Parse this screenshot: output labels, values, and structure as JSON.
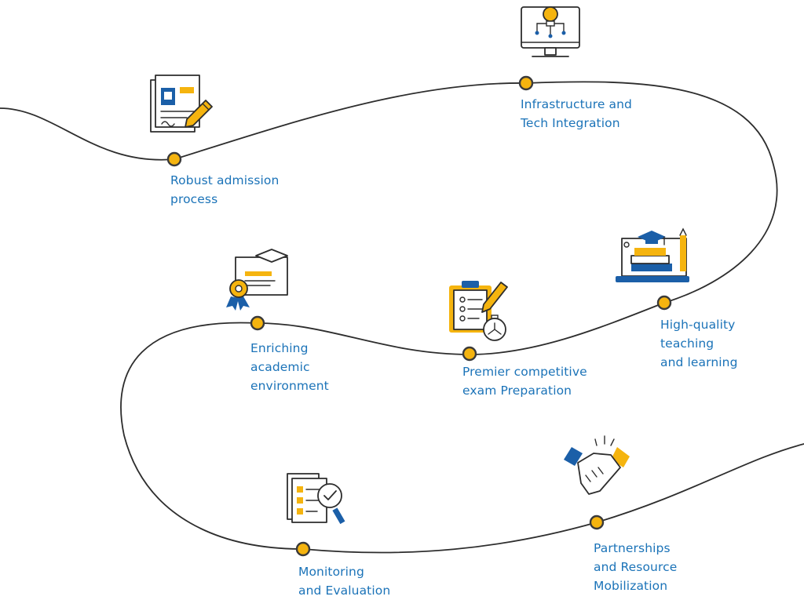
{
  "milestones": [
    {
      "id": "admission",
      "lines": [
        "Robust admission",
        "process"
      ]
    },
    {
      "id": "infrastructure",
      "lines": [
        "Infrastructure and",
        "Tech Integration"
      ]
    },
    {
      "id": "teaching",
      "lines": [
        "High-quality",
        "teaching",
        "and learning"
      ]
    },
    {
      "id": "exam",
      "lines": [
        "Premier competitive",
        "exam Preparation"
      ]
    },
    {
      "id": "academic",
      "lines": [
        "Enriching",
        "academic",
        "environment"
      ]
    },
    {
      "id": "monitoring",
      "lines": [
        "Monitoring",
        "and Evaluation"
      ]
    },
    {
      "id": "partnerships",
      "lines": [
        "Partnerships",
        "and Resource",
        "Mobilization"
      ]
    }
  ],
  "colors": {
    "label": "#1b73b8",
    "accent": "#f5b40f",
    "blue": "#1b5fa8",
    "line": "#2d2d2d"
  }
}
